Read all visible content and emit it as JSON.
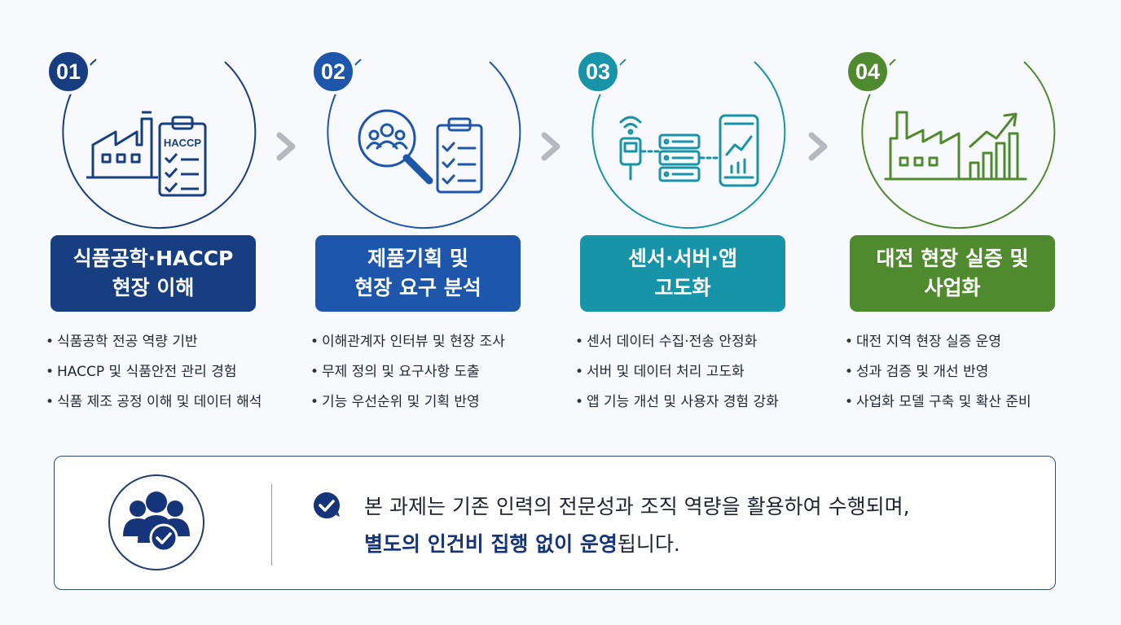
{
  "colors": {
    "step1": "#163e80",
    "step2": "#1d56ab",
    "step3": "#1794a8",
    "step4": "#4f8a2e",
    "arrow": "#b5b9bf",
    "note_border": "#2e4c7a"
  },
  "steps": [
    {
      "number": "01",
      "title": "식품공학·HACCP\n현장 이해",
      "icon": "factory-haccp-clipboard-icon",
      "icon_label": "HACCP",
      "bullets": [
        "식품공학 전공 역량 기반",
        "HACCP 및 식품안전 관리 경험",
        "식품 제조 공정 이해 및 데이터 해석"
      ]
    },
    {
      "number": "02",
      "title": "제품기획 및\n현장 요구 분석",
      "icon": "magnifier-users-checklist-icon",
      "bullets": [
        "이해관계자 인터뷰 및 현장 조사",
        "무제 정의 및 요구사항 도출",
        "기능 우선순위 및 기획 반영"
      ]
    },
    {
      "number": "03",
      "title": "센서·서버·앱\n고도화",
      "icon": "sensor-server-phone-icon",
      "bullets": [
        "센서 데이터 수집·전송 안정화",
        "서버 및 데이터 처리 고도화",
        "앱 기능 개선 및 사용자 경험 강화"
      ]
    },
    {
      "number": "04",
      "title": "대전 현장 실증 및\n사업화",
      "icon": "factory-growth-chart-icon",
      "bullets": [
        "대전 지역 현장 실증 운영",
        "성과 검증 및 개선 반영",
        "사업화 모델 구축 및 확산 준비"
      ]
    }
  ],
  "bullet_mark": "•",
  "note": {
    "icon": "team-check-icon",
    "check_icon": "check-circle-icon",
    "line1": "본 과제는 기존 인력의 전문성과 조직 역량을 활용하여 수행되며,",
    "line2_highlight": "별도의 인건비 집행 없이 운영",
    "line2_rest": "됩니다."
  }
}
